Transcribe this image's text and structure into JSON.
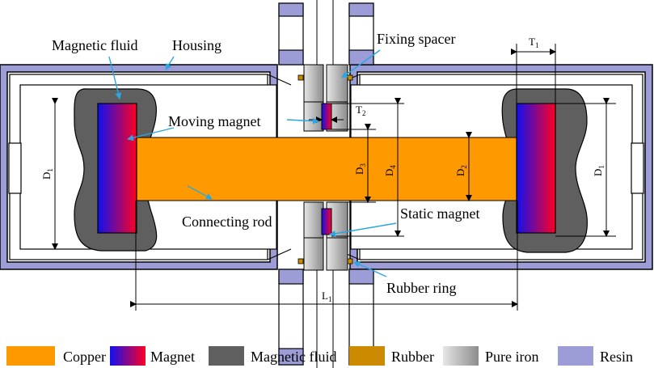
{
  "labels": {
    "magnetic_fluid": "Magnetic fluid",
    "housing": "Housing",
    "fixing_spacer": "Fixing spacer",
    "moving_magnet": "Moving magnet",
    "connecting_rod": "Connecting rod",
    "static_magnet": "Static magnet",
    "rubber_ring": "Rubber ring"
  },
  "dimensions": {
    "t1": "T",
    "t1_sub": "1",
    "t2": "T",
    "t2_sub": "2",
    "d1_left": "D",
    "d1_left_sub": "1",
    "d1_right": "D",
    "d1_right_sub": "1",
    "d2": "D",
    "d2_sub": "2",
    "d3": "D",
    "d3_sub": "3",
    "d4": "D",
    "d4_sub": "4",
    "l1": "L",
    "l1_sub": "1"
  },
  "legend": [
    {
      "label": "Copper",
      "swatch": "copper"
    },
    {
      "label": "Magnet",
      "swatch": "magnet"
    },
    {
      "label": "Magnetic fluid",
      "swatch": "fluid"
    },
    {
      "label": "Rubber",
      "swatch": "rubber"
    },
    {
      "label": "Pure iron",
      "swatch": "iron"
    },
    {
      "label": "Resin",
      "swatch": "resin"
    }
  ],
  "colors": {
    "copper": "#FF9900",
    "magnet_start": "#1010F0",
    "magnet_end": "#FF0022",
    "fluid": "#5F5F5F",
    "rubber": "#CC8A00",
    "resin": "#9C9CD6",
    "iron_light": "#E2E2E2",
    "iron_dark": "#8F8F8F",
    "leader": "#2AA7E0"
  }
}
